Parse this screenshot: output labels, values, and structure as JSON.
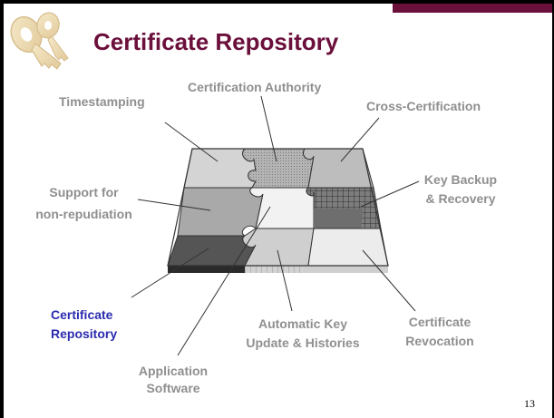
{
  "slide": {
    "title": "Certificate Repository",
    "page_number": "13"
  },
  "labels": {
    "timestamping": "Timestamping",
    "certification_authority": "Certification Authority",
    "cross_certification": "Cross-Certification",
    "support_line1": "Support for",
    "support_line2": "non-repudiation",
    "key_backup_line1": "Key Backup",
    "key_backup_line2": "& Recovery",
    "cert_repo_line1": "Certificate",
    "cert_repo_line2": "Repository",
    "auto_key_line1": "Automatic Key",
    "auto_key_line2": "Update & Histories",
    "cert_revocation_line1": "Certificate",
    "cert_revocation_line2": "Revocation",
    "app_software_line1": "Application",
    "app_software_line2": "Software"
  },
  "colors": {
    "title": "#6b0f3b",
    "label": "#8f8f8f",
    "highlight": "#2b2bb0",
    "accent": "#6b0f3b"
  },
  "icons": {
    "logo": "key-logo-icon"
  }
}
